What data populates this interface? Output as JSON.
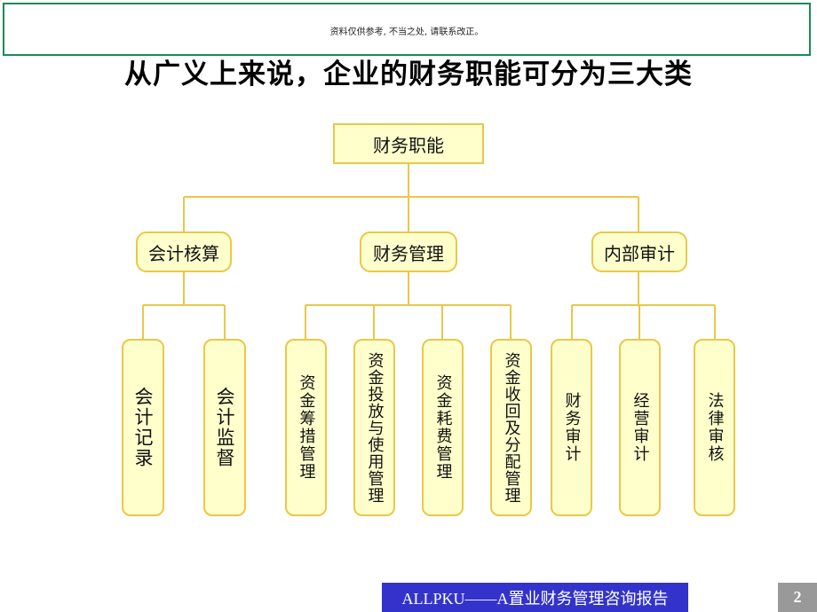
{
  "notice": "资料仅供参考, 不当之处, 请联系改正。",
  "title": "从广义上来说，企业的财务职能可分为三大类",
  "tree": {
    "root": "财务职能",
    "groups": [
      {
        "label": "会计核算",
        "children": [
          "会计记录",
          "会计监督"
        ]
      },
      {
        "label": "财务管理",
        "children": [
          "资金筹措管理",
          "资金投放与使用管理",
          "资金耗费管理",
          "资金收回及分配管理"
        ]
      },
      {
        "label": "内部审计",
        "children": [
          "财务审计",
          "经营审计",
          "法律审核"
        ]
      }
    ]
  },
  "footer": {
    "text": "ALLPKU——A置业财务管理咨询报告",
    "page": "2"
  },
  "colors": {
    "box_fill": "#ffffcc",
    "box_border": "#e8c84a",
    "footer_bg": "#3333cc",
    "notice_border": "#1a8a5a"
  }
}
